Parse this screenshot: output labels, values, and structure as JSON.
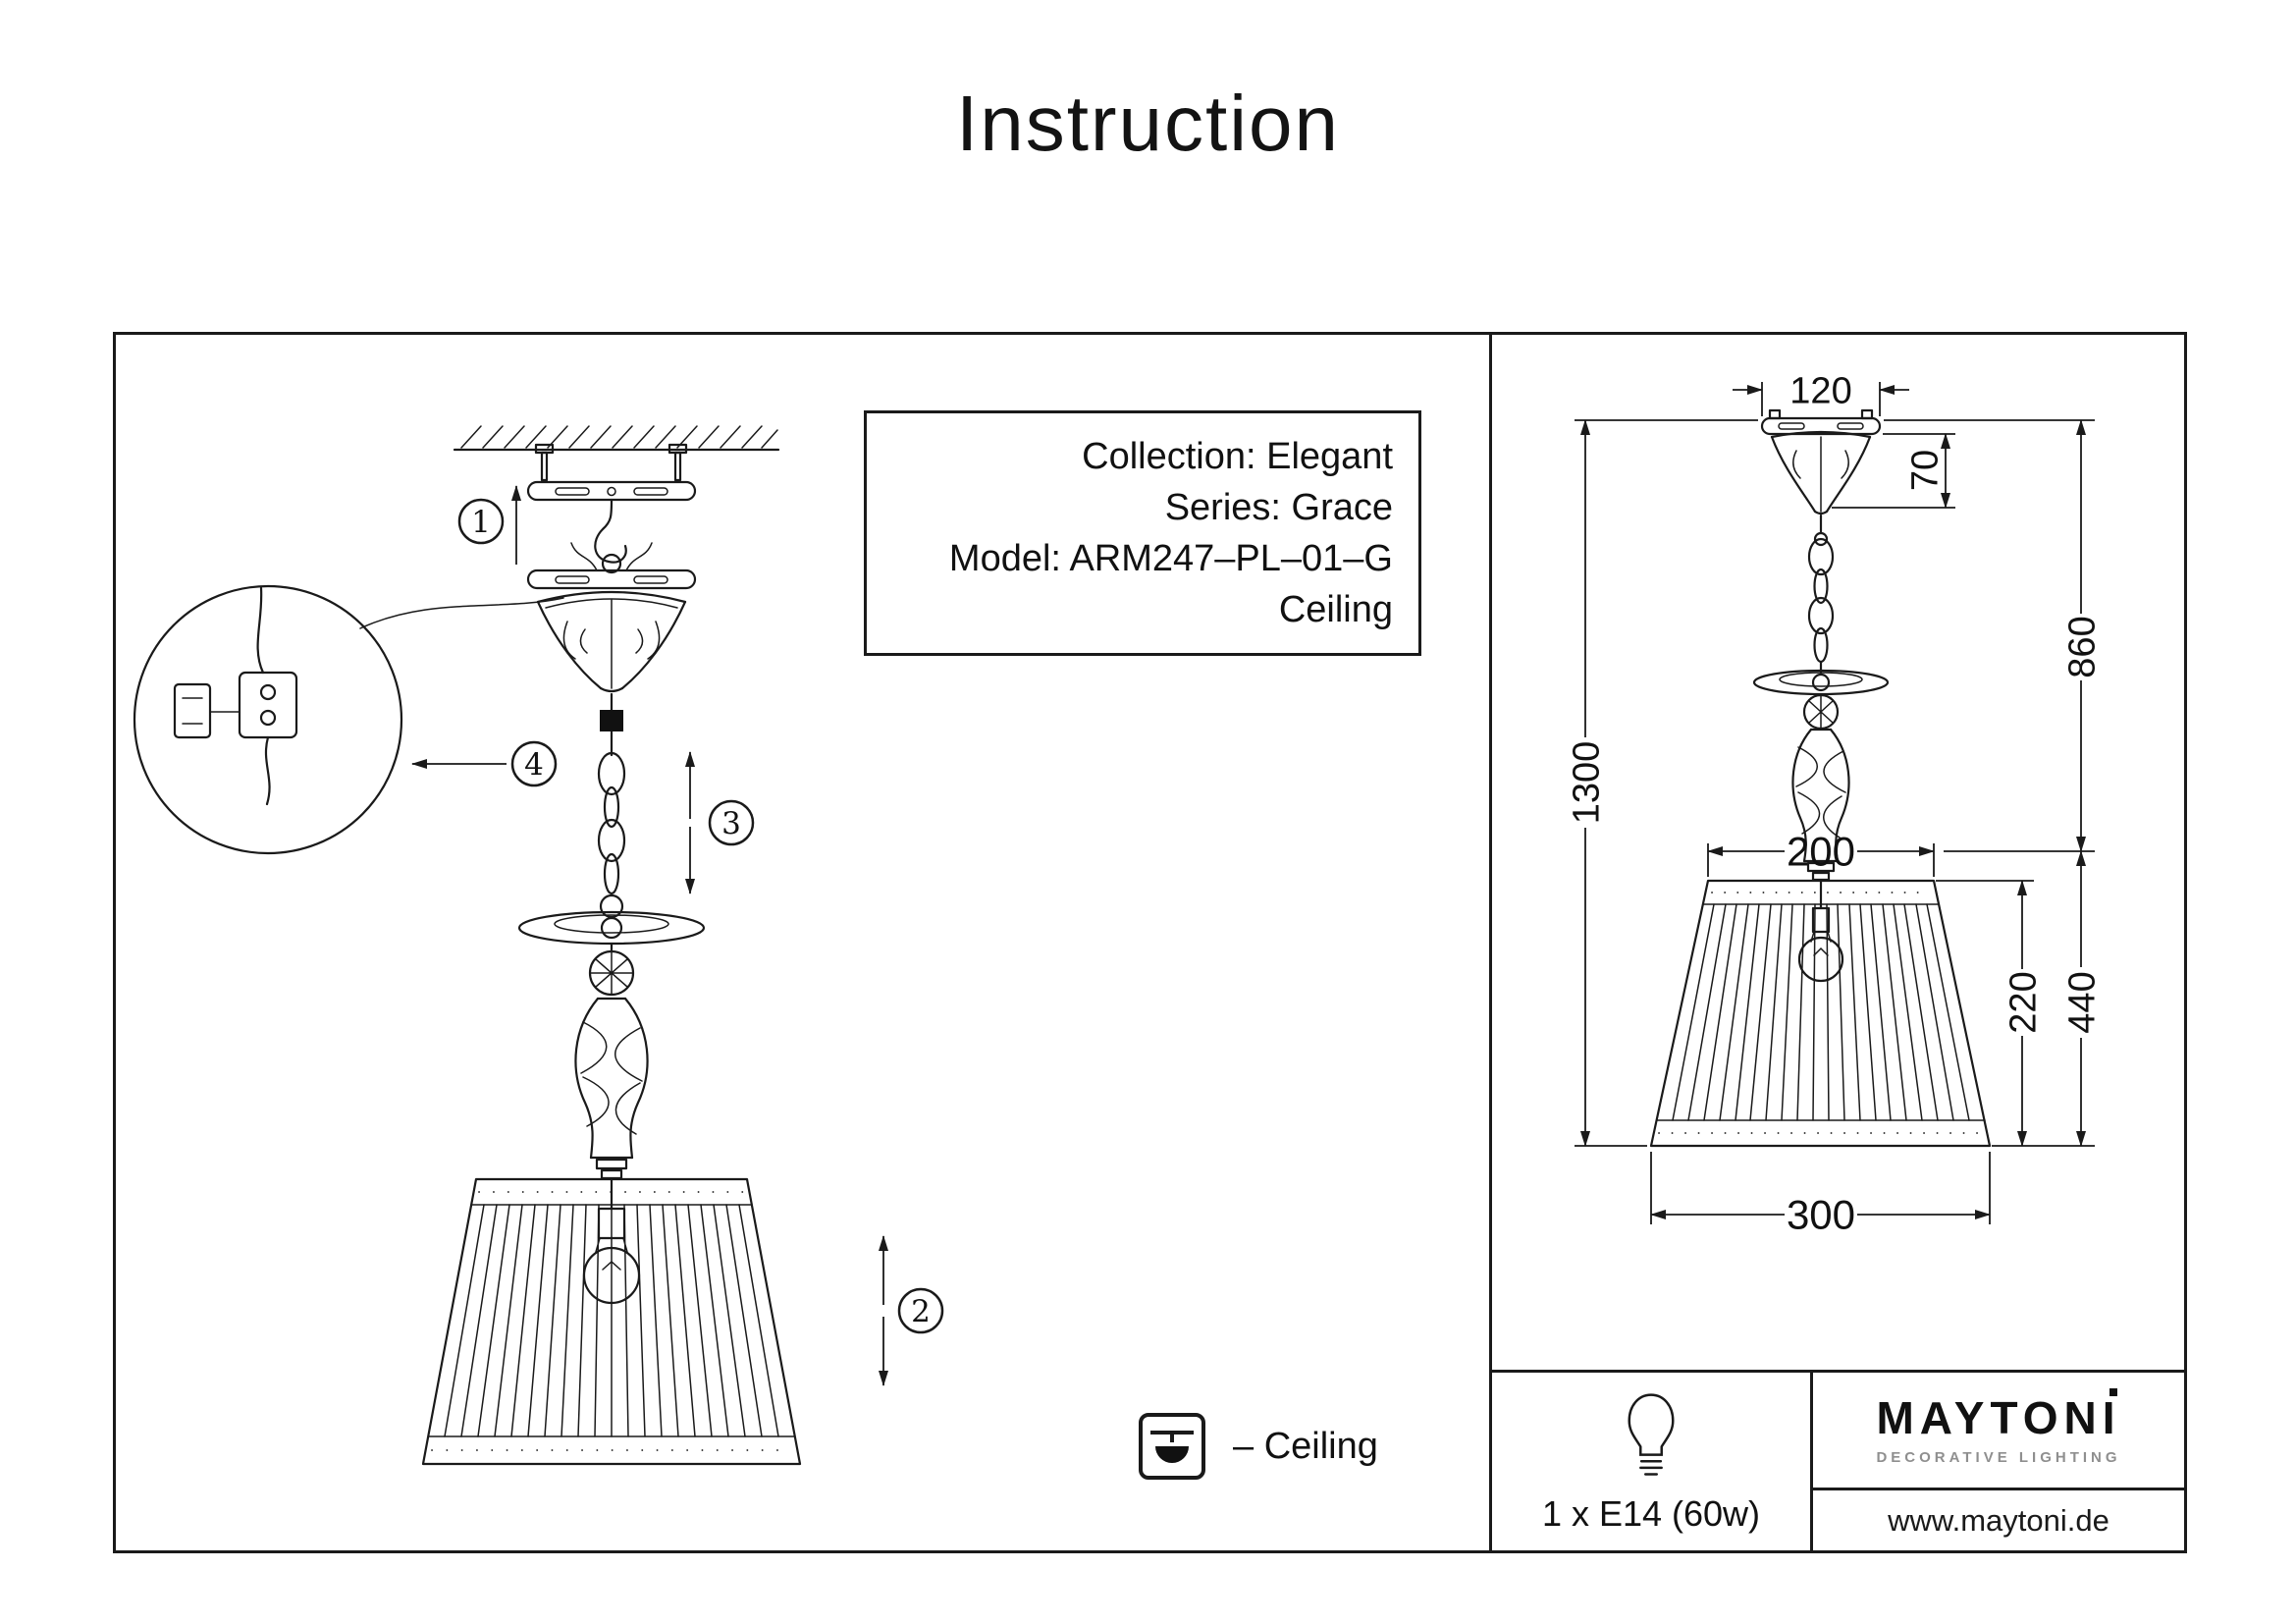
{
  "title": "Instruction",
  "info": {
    "collection": "Collection: Elegant",
    "series": "Series: Grace",
    "model": "Model: ARM247–PL–01–G",
    "mount": "Ceiling"
  },
  "callouts": {
    "c1": "1",
    "c2": "2",
    "c3": "3",
    "c4": "4"
  },
  "dims": {
    "bracket_width": "120",
    "canopy_height": "70",
    "upper": "860",
    "total": "1300",
    "shade_top": "200",
    "lower": "440",
    "shade_side": "220",
    "shade_bottom": "300"
  },
  "legend": {
    "ceiling": "– Ceiling",
    "lamp": "1 x E14 (60w)"
  },
  "brand": {
    "name": "MAYTONI",
    "tagline": "DECORATIVE LIGHTING",
    "website": "www.maytoni.de"
  },
  "icons": {
    "ceiling": "ceiling-mount-icon",
    "bulb": "bulb-icon"
  },
  "colors": {
    "ink": "#1a1a1a",
    "paper": "#ffffff",
    "muted": "#8f8f8f"
  }
}
